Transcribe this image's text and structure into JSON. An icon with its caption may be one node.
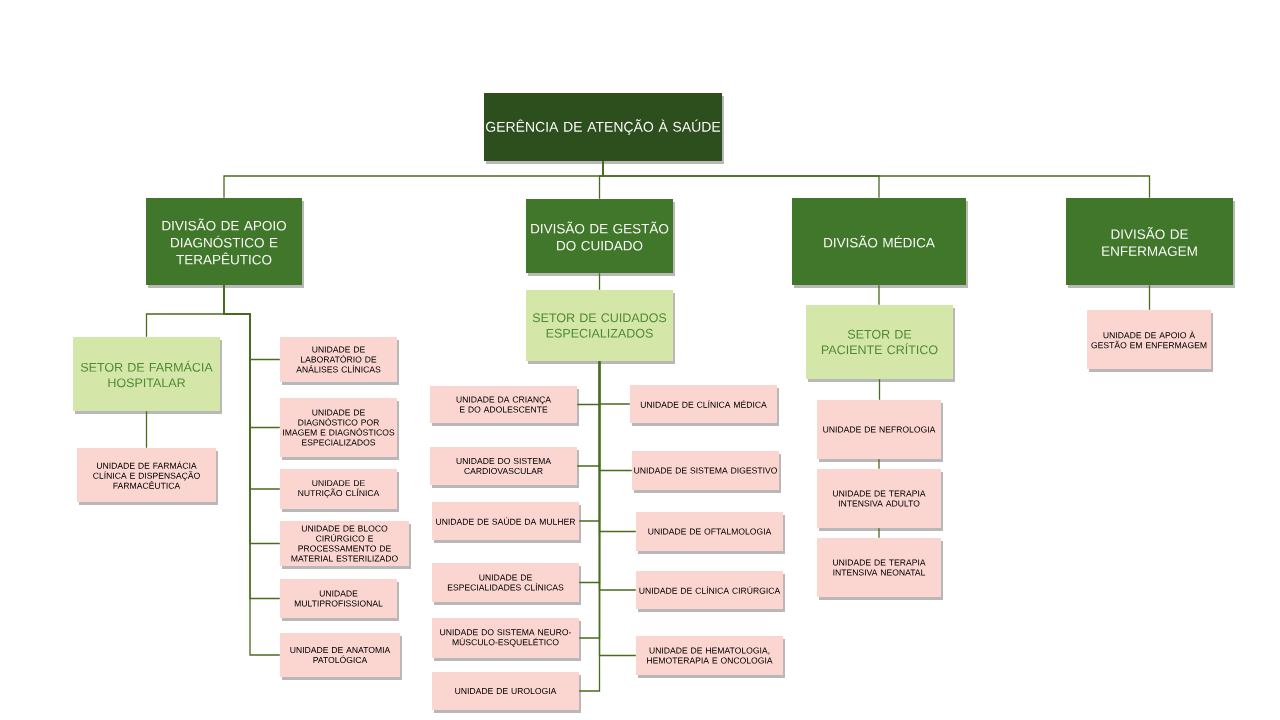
{
  "diagram": {
    "nodes": [
      {
        "text": [
          "GERÊNCIA DE ATENÇÃO À SAÚDE"
        ]
      },
      {
        "text": [
          "DIVISÃO DE APOIO DIAGNÓSTICO E TERAPÊUTICO"
        ]
      },
      {
        "text": [
          "DIVISÃO DE GESTÃO DO CUIDADO"
        ]
      },
      {
        "text": [
          "DIVISÃO MÉDICA"
        ]
      },
      {
        "text": [
          "DIVISÃO DE ENFERMAGEM"
        ]
      },
      {
        "text": [
          "SETOR DE FARMÁCIA HOSPITALAR"
        ]
      },
      {
        "text": [
          "UNIDADE DE FARMÁCIA CLÍNICA E DISPENSAÇÃO FARMACÊUTICA"
        ]
      },
      {
        "text": [
          "UNIDADE DE LABORATÓRIO DE ANÁLISES CLÍNICAS"
        ]
      },
      {
        "text": [
          "UNIDADE DE DIAGNÓSTICO POR IMAGEM E DIAGNÓSTICOS ESPECIALIZADOS"
        ]
      },
      {
        "text": [
          "UNIDADE DE NUTRIÇÃO CLÍNICA"
        ]
      },
      {
        "text": [
          "UNIDADE DE BLOCO CIRÚRGICO E PROCESSAMENTO DE MATERIAL ESTERILIZADO"
        ]
      },
      {
        "text": [
          "UNIDADE MULTIPROFISSIONAL"
        ]
      },
      {
        "text": [
          "UNIDADE DE ANATOMIA PATOLÓGICA"
        ]
      },
      {
        "text": [
          "SETOR DE CUIDADOS ESPECIALIZADOS"
        ]
      },
      {
        "text": [
          "UNIDADE DA CRIANÇA E DO ADOLESCENTE"
        ]
      },
      {
        "text": [
          "UNIDADE DE CLÍNICA MÉDICA"
        ]
      },
      {
        "text": [
          "UNIDADE DO SISTEMA CARDIOVASCULAR"
        ]
      },
      {
        "text": [
          "UNIDADE DE SISTEMA DIGESTIVO"
        ]
      },
      {
        "text": [
          "UNIDADE DE SAÚDE DA MULHER"
        ]
      },
      {
        "text": [
          "UNIDADE DE OFTALMOLOGIA"
        ]
      },
      {
        "text": [
          "UNIDADE DE ESPECIALIDADES CLÍNICAS"
        ]
      },
      {
        "text": [
          "UNIDADE DE CLÍNICA CIRÚRGICA"
        ]
      },
      {
        "text": [
          "UNIDADE DO SISTEMA NEURO-MÚSCULO-ESQUELÉTICO"
        ]
      },
      {
        "text": [
          "UNIDADE DE HEMATOLOGIA, HEMOTERAPIA E ONCOLOGIA"
        ]
      },
      {
        "text": [
          "UNIDADE DE UROLOGIA"
        ]
      },
      {
        "text": [
          "SETOR DE PACIENTE CRÍTICO"
        ]
      },
      {
        "text": [
          "UNIDADE DE NEFROLOGIA"
        ]
      },
      {
        "text": [
          "UNIDADE DE TERAPIA INTENSIVA ADULTO"
        ]
      },
      {
        "text": [
          "UNIDADE DE TERAPIA INTENSIVA NEONATAL"
        ]
      },
      {
        "text": [
          "UNIDADE DE APOIO À GESTÃO EM ENFERMAGEM"
        ]
      }
    ],
    "edges": [
      {
        "from": 0,
        "to": 1,
        "arrow": "none"
      },
      {
        "from": 0,
        "to": 2,
        "arrow": "none"
      },
      {
        "from": 0,
        "to": 3,
        "arrow": "none"
      },
      {
        "from": 0,
        "to": 4,
        "arrow": "none"
      },
      {
        "from": 1,
        "to": 5,
        "arrow": "none"
      },
      {
        "from": 5,
        "to": 6,
        "arrow": "none"
      },
      {
        "from": 1,
        "to": 7,
        "arrow": "none"
      },
      {
        "from": 1,
        "to": 8,
        "arrow": "none"
      },
      {
        "from": 1,
        "to": 9,
        "arrow": "none"
      },
      {
        "from": 1,
        "to": 10,
        "arrow": "none"
      },
      {
        "from": 1,
        "to": 11,
        "arrow": "none"
      },
      {
        "from": 1,
        "to": 12,
        "arrow": "none"
      },
      {
        "from": 2,
        "to": 13,
        "arrow": "none"
      },
      {
        "from": 13,
        "to": 14,
        "arrow": "none"
      },
      {
        "from": 13,
        "to": 15,
        "arrow": "none"
      },
      {
        "from": 13,
        "to": 16,
        "arrow": "none"
      },
      {
        "from": 13,
        "to": 17,
        "arrow": "none"
      },
      {
        "from": 13,
        "to": 18,
        "arrow": "none"
      },
      {
        "from": 13,
        "to": 19,
        "arrow": "none"
      },
      {
        "from": 13,
        "to": 20,
        "arrow": "none"
      },
      {
        "from": 13,
        "to": 21,
        "arrow": "none"
      },
      {
        "from": 13,
        "to": 22,
        "arrow": "none"
      },
      {
        "from": 13,
        "to": 23,
        "arrow": "none"
      },
      {
        "from": 13,
        "to": 24,
        "arrow": "none"
      },
      {
        "from": 3,
        "to": 25,
        "arrow": "none"
      },
      {
        "from": 25,
        "to": 26,
        "arrow": "none"
      },
      {
        "from": 26,
        "to": 27,
        "arrow": "none"
      },
      {
        "from": 27,
        "to": 28,
        "arrow": "none"
      },
      {
        "from": 4,
        "to": 29,
        "arrow": "none"
      }
    ]
  }
}
